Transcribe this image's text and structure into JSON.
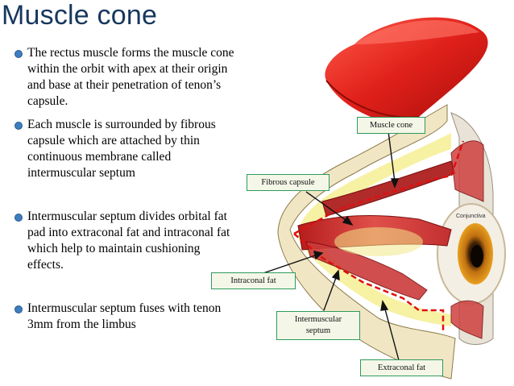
{
  "title": "Muscle cone",
  "bullets": [
    {
      "lines": [
        "The rectus muscle forms the muscle cone",
        "within the orbit with apex at their origin",
        "and base at their penetration of tenon’s",
        "capsule."
      ]
    },
    {
      "lines": [
        "Each muscle is surrounded by fibrous",
        "capsule which are attached by thin",
        "continuous membrane called",
        "intermuscular septum"
      ]
    },
    {
      "lines": [
        "Intermuscular septum divides orbital fat",
        "pad into extraconal fat and intraconal fat",
        "which help to maintain cushioning",
        "effects."
      ]
    },
    {
      "lines": [
        "Intermuscular septum fuses with tenon",
        "3mm from the limbus"
      ]
    }
  ],
  "figure_labels": {
    "muscle_cone": "Muscle cone",
    "fibrous_capsule": "Fibrous capsule",
    "intraconal_fat": "Intraconal fat",
    "intermuscular_septum_line1": "Intermuscular",
    "intermuscular_septum_line2": "septum",
    "extraconal_fat": "Extraconal fat",
    "conjunctiva": "Conjunctiva"
  },
  "colors": {
    "title": "#17375e",
    "bullet": "#3d7ebf",
    "label_border": "#2e9a5c",
    "cone_red": "#e0201a",
    "dashed_line": "#e01010"
  },
  "icons": {
    "traffic_cone": "traffic-cone-icon"
  }
}
